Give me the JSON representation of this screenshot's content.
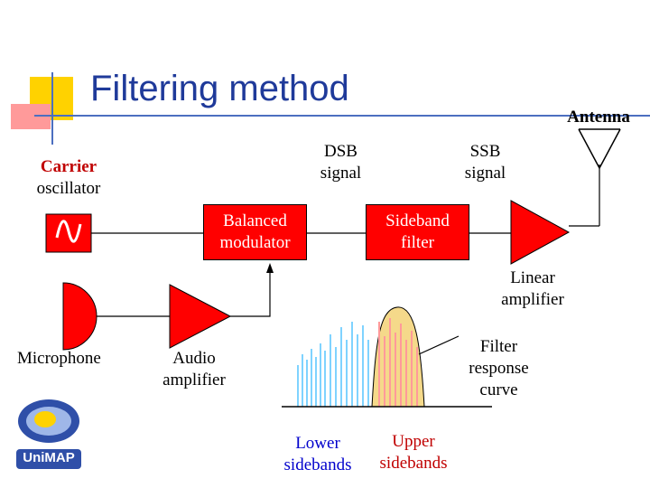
{
  "slide": {
    "title": "Filtering method"
  },
  "labels": {
    "carrier_line1": "Carrier",
    "carrier_line2": "oscillator",
    "dsb_line1": "DSB",
    "dsb_line2": "signal",
    "ssb_line1": "SSB",
    "ssb_line2": "signal",
    "antenna": "Antenna",
    "linear_line1": "Linear",
    "linear_line2": "amplifier",
    "microphone": "Microphone",
    "audio_line1": "Audio",
    "audio_line2": "amplifier",
    "filter_line1": "Filter",
    "filter_line2": "response",
    "filter_line3": "curve",
    "lower_line1": "Lower",
    "lower_line2": "sidebands",
    "upper_line1": "Upper",
    "upper_line2": "sidebands"
  },
  "blocks": {
    "balanced_line1": "Balanced",
    "balanced_line2": "modulator",
    "sideband_line1": "Sideband",
    "sideband_line2": "filter"
  },
  "colors": {
    "block_fill": "#ff0000",
    "title": "#1f3a9a",
    "carrier_label": "#c00000",
    "upper_label": "#c00000",
    "lower_label": "#0000cc",
    "filter_curve_fill": "#f5d98a",
    "lower_lines": "#7fd3ff",
    "upper_lines": "#ff9a9a"
  },
  "logo": {
    "text": "UniMAP"
  }
}
